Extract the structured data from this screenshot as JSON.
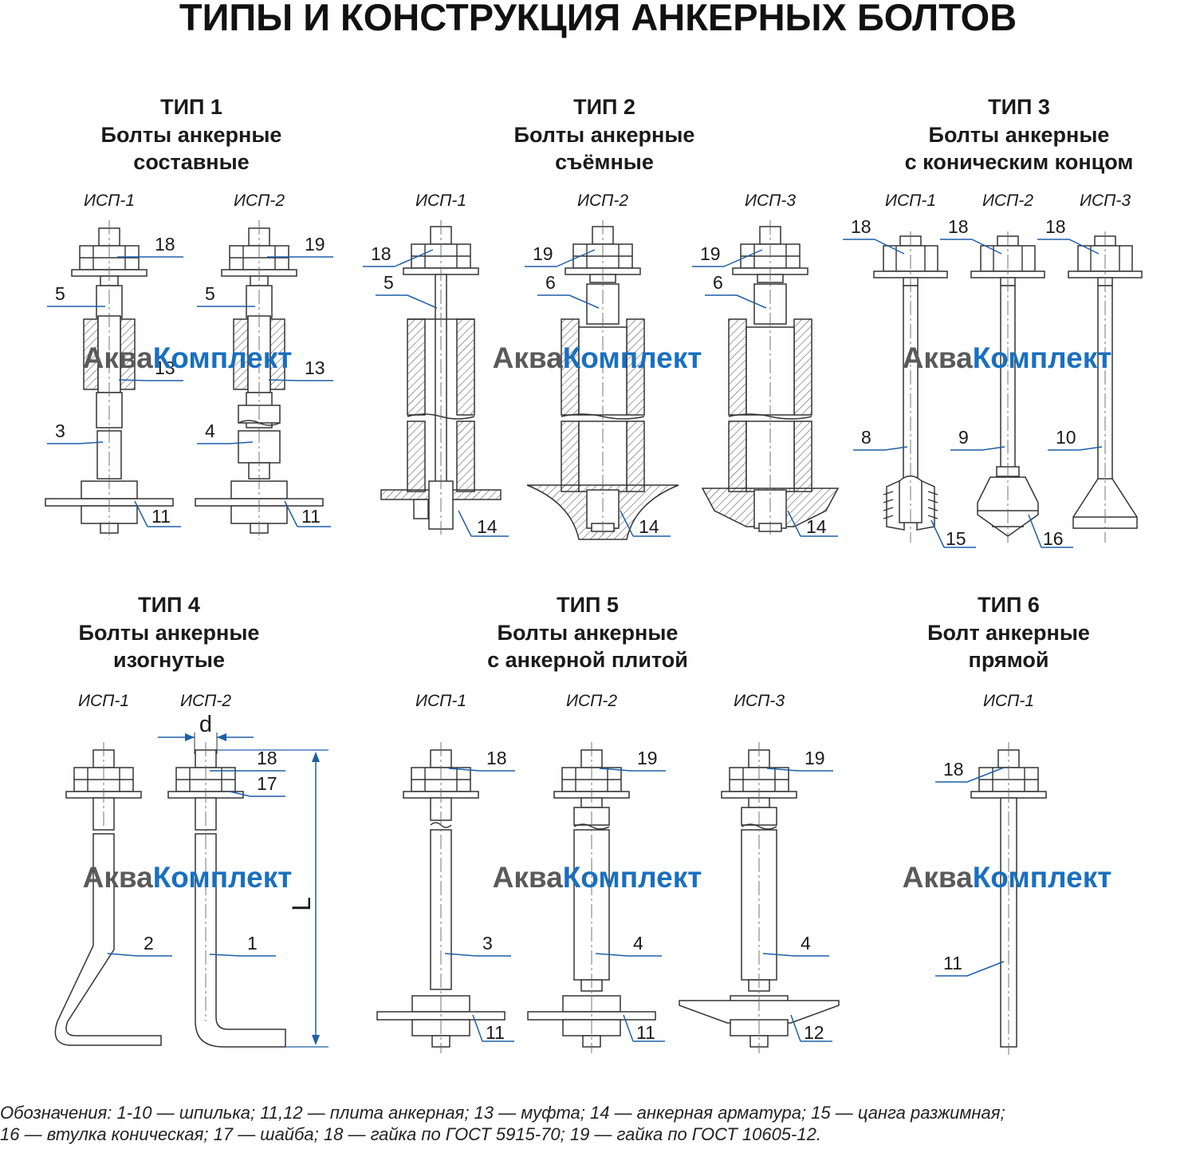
{
  "title": "ТИПЫ И КОНСТРУКЦИЯ АНКЕРНЫХ БОЛТОВ",
  "colors": {
    "leader": "#1d5fa8",
    "line": "#333333",
    "hatch": "#555555",
    "watermark_dark": "#5a5a5a",
    "watermark_accent": "#1a6fbf"
  },
  "watermark": {
    "part1": "Аква",
    "part2": "Комплект"
  },
  "types": [
    {
      "heading": "ТИП 1",
      "line1": "Болты анкерные",
      "line2": "составные",
      "variants": [
        "ИСП-1",
        "ИСП-2"
      ]
    },
    {
      "heading": "ТИП 2",
      "line1": "Болты анкерные",
      "line2": "съёмные",
      "variants": [
        "ИСП-1",
        "ИСП-2",
        "ИСП-3"
      ]
    },
    {
      "heading": "ТИП 3",
      "line1": "Болты анкерные",
      "line2": "с коническим концом",
      "variants": [
        "ИСП-1",
        "ИСП-2",
        "ИСП-3"
      ]
    },
    {
      "heading": "ТИП 4",
      "line1": "Болты анкерные",
      "line2": "изогнутые",
      "variants": [
        "ИСП-1",
        "ИСП-2"
      ]
    },
    {
      "heading": "ТИП 5",
      "line1": "Болты анкерные",
      "line2": "с анкерной плитой",
      "variants": [
        "ИСП-1",
        "ИСП-2",
        "ИСП-3"
      ]
    },
    {
      "heading": "ТИП 6",
      "line1": "Болт анкерные",
      "line2": "прямой",
      "variants": [
        "ИСП-1"
      ]
    }
  ],
  "dimensions": {
    "diameter": "d",
    "length": "L"
  },
  "callouts": {
    "t1a": [
      "18",
      "5",
      "13",
      "3",
      "11"
    ],
    "t1b": [
      "19",
      "5",
      "13",
      "4",
      "11"
    ],
    "t2a": [
      "18",
      "5",
      "14"
    ],
    "t2b": [
      "19",
      "6",
      "14"
    ],
    "t2c": [
      "19",
      "6",
      "14"
    ],
    "t3a": [
      "18",
      "8",
      "15"
    ],
    "t3b": [
      "18",
      "9",
      "16"
    ],
    "t3c": [
      "18",
      "10"
    ],
    "t4a": [
      "2"
    ],
    "t4b": [
      "18",
      "17",
      "1"
    ],
    "t5a": [
      "18",
      "3",
      "11"
    ],
    "t5b": [
      "19",
      "4",
      "11"
    ],
    "t5c": [
      "19",
      "4",
      "12"
    ],
    "t6": [
      "18",
      "11"
    ]
  },
  "legend": {
    "line1": "Обозначения: 1-10 — шпилька; 11,12 — плита анкерная; 13 — муфта; 14 — анкерная арматура; 15 — цанга разжимная;",
    "line2": "16 — втулка коническая; 17 — шайба; 18 — гайка по ГОСТ 5915-70; 19 — гайка по ГОСТ 10605-12."
  }
}
